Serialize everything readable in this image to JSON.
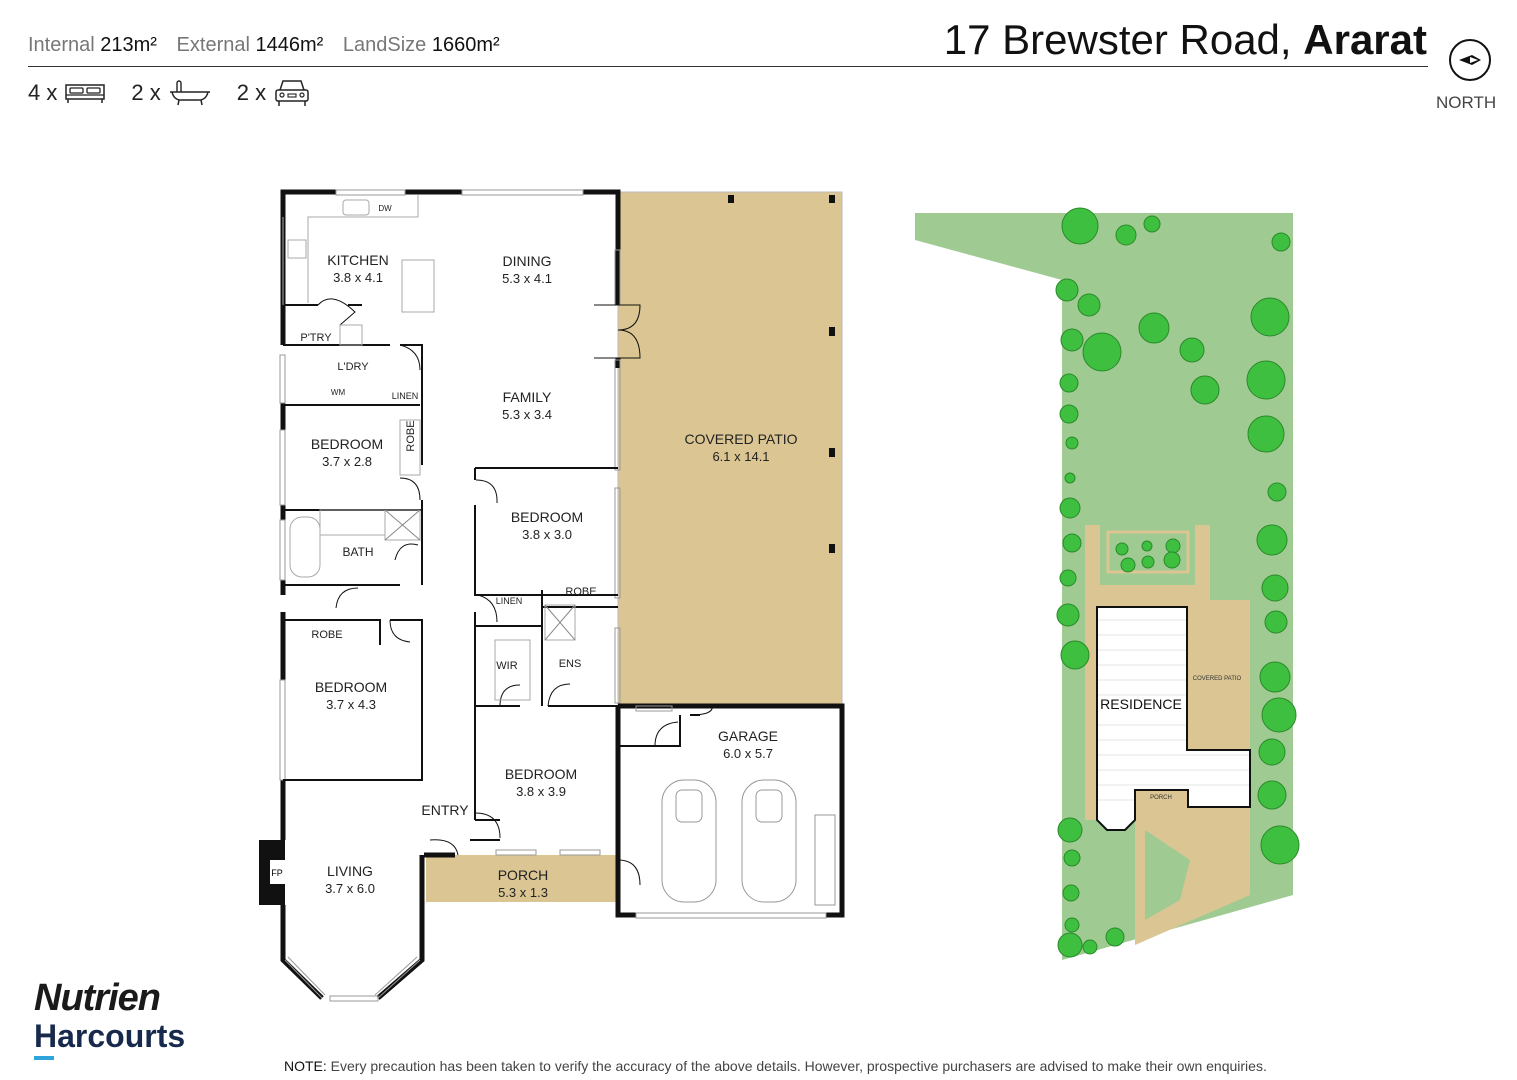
{
  "header": {
    "stats": [
      {
        "label": "Internal",
        "value": "213m²"
      },
      {
        "label": "External",
        "value": "1446m²"
      },
      {
        "label": "LandSize",
        "value": "1660m²"
      }
    ],
    "address": "17 Brewster Road, ",
    "suburb": "Ararat",
    "counts": [
      {
        "count": "4 x",
        "icon": "bed-icon"
      },
      {
        "count": "2 x",
        "icon": "bath-icon"
      },
      {
        "count": "2 x",
        "icon": "car-icon"
      }
    ],
    "north_label": "NORTH"
  },
  "colors": {
    "patio": "#dbc693",
    "lawn": "#9fcb93",
    "tree": "#3fbf3f",
    "wall": "#111111",
    "brand_navy": "#172a4d",
    "brand_blue": "#2ea3de"
  },
  "floorplan": {
    "rooms": [
      {
        "name": "KITCHEN",
        "dims": "3.8 x 4.1"
      },
      {
        "name": "DINING",
        "dims": "5.3 x 4.1"
      },
      {
        "name": "FAMILY",
        "dims": "5.3 x 3.4"
      },
      {
        "name": "COVERED PATIO",
        "dims": "6.1 x 14.1"
      },
      {
        "name": "BEDROOM",
        "dims": "3.7 x 2.8"
      },
      {
        "name": "BEDROOM",
        "dims": "3.8 x 3.0"
      },
      {
        "name": "BATH",
        "dims": ""
      },
      {
        "name": "BEDROOM",
        "dims": "3.7 x 4.3"
      },
      {
        "name": "BEDROOM",
        "dims": "3.8 x 3.9"
      },
      {
        "name": "GARAGE",
        "dims": "6.0 x 5.7"
      },
      {
        "name": "LIVING",
        "dims": "3.7 x 6.0"
      },
      {
        "name": "PORCH",
        "dims": "5.3 x 1.3"
      }
    ],
    "labels": {
      "pantry": "P'TRY",
      "laundry": "L'DRY",
      "wm": "WM",
      "linen": "LINEN",
      "robe": "ROBE",
      "wir": "WIR",
      "ens": "ENS",
      "entry": "ENTRY",
      "fp": "FP",
      "dw": "DW"
    }
  },
  "siteplan": {
    "residence": "RESIDENCE",
    "covered_patio": "COVERED PATIO",
    "porch": "PORCH"
  },
  "branding": {
    "agency_line1": "Nutrien",
    "agency_line2": "Harcourts"
  },
  "footer": {
    "note_label": "NOTE:",
    "note_text": " Every precaution has been taken to verify the accuracy of the above details. However, prospective purchasers are advised to make their own enquiries."
  }
}
